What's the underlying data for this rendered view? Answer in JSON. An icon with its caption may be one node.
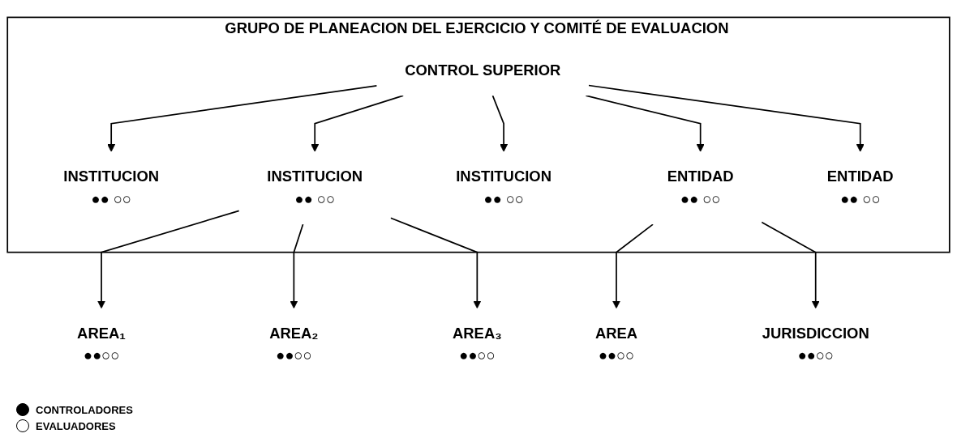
{
  "diagram": {
    "nodes": [
      {
        "text": [
          "GRUPO DE PLANEACION DEL EJERCICIO Y COMITÉ DE EVALUACION"
        ]
      },
      {
        "text": [
          "CONTROL SUPERIOR"
        ],
        "in": 0
      },
      {
        "text": [
          "INSTITUCION",
          "●● ○○"
        ],
        "in": 0
      },
      {
        "text": [
          "INSTITUCION",
          "●● ○○"
        ],
        "in": 0
      },
      {
        "text": [
          "INSTITUCION",
          "●● ○○"
        ],
        "in": 0
      },
      {
        "text": [
          "ENTIDAD",
          "●● ○○"
        ],
        "in": 0
      },
      {
        "text": [
          "ENTIDAD",
          "●● ○○"
        ],
        "in": 0
      },
      {
        "text": [
          "AREA₁",
          "●●○○"
        ]
      },
      {
        "text": [
          "AREA₂",
          "●●○○"
        ]
      },
      {
        "text": [
          "AREA₃",
          "●●○○"
        ]
      },
      {
        "text": [
          "AREA",
          "●●○○"
        ]
      },
      {
        "text": [
          "JURISDICCION",
          "●●○○"
        ]
      }
    ],
    "edges": [
      {
        "from": 1,
        "to": 2,
        "arrow": "to"
      },
      {
        "from": 1,
        "to": 3,
        "arrow": "to"
      },
      {
        "from": 1,
        "to": 4,
        "arrow": "to"
      },
      {
        "from": 1,
        "to": 5,
        "arrow": "to"
      },
      {
        "from": 1,
        "to": 6,
        "arrow": "to"
      },
      {
        "from": 3,
        "to": 7,
        "arrow": "to"
      },
      {
        "from": 3,
        "to": 8,
        "arrow": "to"
      },
      {
        "from": 3,
        "to": 9,
        "arrow": "to"
      },
      {
        "from": 5,
        "to": 10,
        "arrow": "to"
      },
      {
        "from": 5,
        "to": 11,
        "arrow": "to"
      }
    ],
    "legend": [
      {
        "text": "CONTROLADORES",
        "color": "#000000"
      },
      {
        "text": "EVALUADORES",
        "color": "#ffffff"
      }
    ]
  }
}
